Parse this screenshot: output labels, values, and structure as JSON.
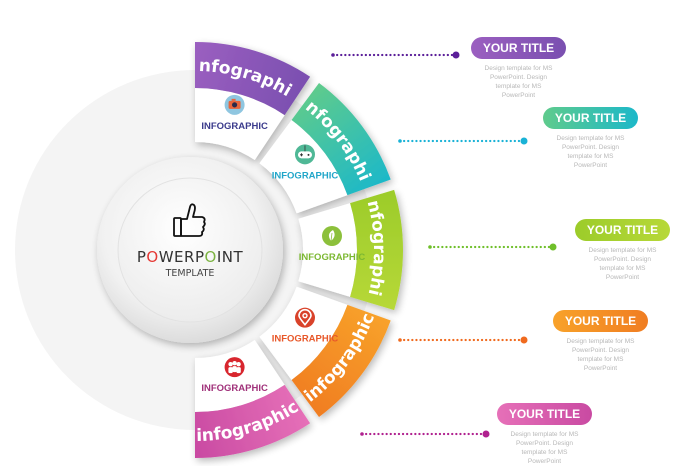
{
  "center": {
    "title_parts": [
      {
        "text": "P",
        "color": "#333333"
      },
      {
        "text": "O",
        "color": "#e53935"
      },
      {
        "text": "WERP",
        "color": "#333333"
      },
      {
        "text": "O",
        "color": "#7cb342"
      },
      {
        "text": "INT",
        "color": "#333333"
      }
    ],
    "subtitle": "TEMPLATE",
    "icon": "thumbs-up-icon"
  },
  "segments": [
    {
      "band_text": "infographic",
      "label": "INFOGRAPHIC",
      "icon": "camera-icon",
      "colors": {
        "from": "#9b5fc0",
        "to": "#7a4fb0",
        "label": "#3a3a8c",
        "icon_bg": "#8fc6e0",
        "icon_fg": "#e8653a"
      },
      "title": "YOUR TITLE",
      "description": [
        "Design template for MS",
        "PowerPoint. Design",
        "template for MS",
        "PowerPoint"
      ],
      "dot_color": "#5b1f99"
    },
    {
      "band_text": "infographic",
      "label": "INFOGRAPHIC",
      "icon": "gamepad-icon",
      "colors": {
        "from": "#5fcb8c",
        "to": "#1cb8c9",
        "label": "#22a6c9",
        "icon_bg": "#4fb896",
        "icon_fg": "#ffffff"
      },
      "title": "YOUR TITLE",
      "description": [
        "Design template for MS",
        "PowerPoint. Design",
        "template for MS",
        "PowerPoint"
      ],
      "dot_color": "#19b2d6"
    },
    {
      "band_text": "infographic",
      "label": "INFOGRAPHIC",
      "icon": "leaf-icon",
      "colors": {
        "from": "#9ccc2a",
        "to": "#b7d838",
        "label": "#7cb833",
        "icon_bg": "#8cc03a",
        "icon_fg": "#ffffff"
      },
      "title": "YOUR TITLE",
      "description": [
        "Design template for MS",
        "PowerPoint. Design",
        "template for MS",
        "PowerPoint"
      ],
      "dot_color": "#6fbf2a"
    },
    {
      "band_text": "infographic",
      "label": "INFOGRAPHIC",
      "icon": "location-pin-icon",
      "colors": {
        "from": "#f8a22a",
        "to": "#f07d22",
        "label": "#e8582a",
        "icon_bg": "#d9432a",
        "icon_fg": "#ffffff"
      },
      "title": "YOUR TITLE",
      "description": [
        "Design template for MS",
        "PowerPoint. Design",
        "template for MS",
        "PowerPoint"
      ],
      "dot_color": "#f06a1e"
    },
    {
      "band_text": "infographic",
      "label": "INFOGRAPHIC",
      "icon": "group-icon",
      "colors": {
        "from": "#e670b8",
        "to": "#c94aa2",
        "label": "#a0307a",
        "icon_bg": "#d8262e",
        "icon_fg": "#ffffff"
      },
      "title": "YOUR TITLE",
      "description": [
        "Design template for MS",
        "PowerPoint. Design",
        "template for MS",
        "PowerPoint"
      ],
      "dot_color": "#b0218f"
    }
  ]
}
